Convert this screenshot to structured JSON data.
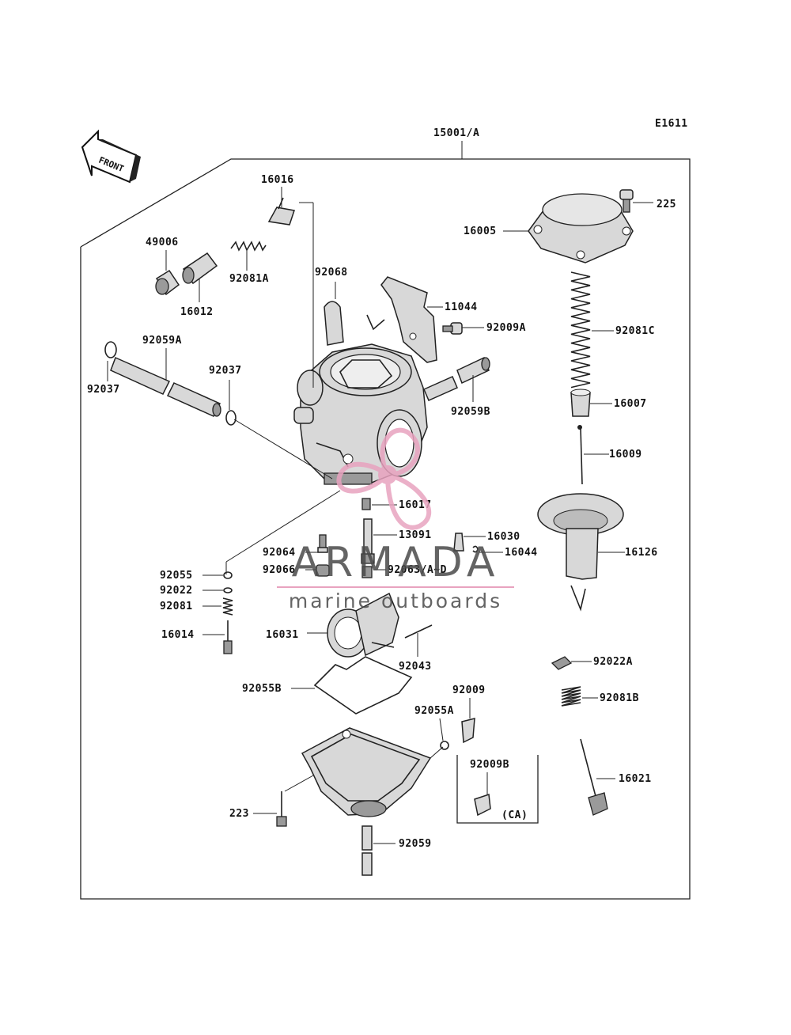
{
  "diagram": {
    "figure_code": "E1611",
    "assembly_label": "15001/A",
    "front_arrow_text": "FRONT",
    "variant_note": "(CA)",
    "parts": {
      "p16016": "16016",
      "p49006": "49006",
      "p92081A": "92081A",
      "p16012": "16012",
      "p92068": "92068",
      "p11044": "11044",
      "p92009A": "92009A",
      "p92059A": "92059A",
      "p92037a": "92037",
      "p92037b": "92037",
      "p92059B": "92059B",
      "p16005": "16005",
      "p225": "225",
      "p92081C": "92081C",
      "p16007": "16007",
      "p16009": "16009",
      "p16017": "16017",
      "p13091": "13091",
      "p16030": "16030",
      "p16044": "16044",
      "p16126": "16126",
      "p92064": "92064",
      "p92066": "92066",
      "p92063": "92063/A~D",
      "p92055": "92055",
      "p92022": "92022",
      "p92081": "92081",
      "p16014": "16014",
      "p16031": "16031",
      "p92043": "92043",
      "p92022A": "92022A",
      "p92055B": "92055B",
      "p92009": "92009",
      "p92055A": "92055A",
      "p92081B": "92081B",
      "p92009B": "92009B",
      "p16021": "16021",
      "p223": "223",
      "p92059": "92059"
    }
  },
  "watermark": {
    "brand": "ARMADA",
    "tagline": "marine outboards",
    "logo_color": "#e8a3bf"
  }
}
